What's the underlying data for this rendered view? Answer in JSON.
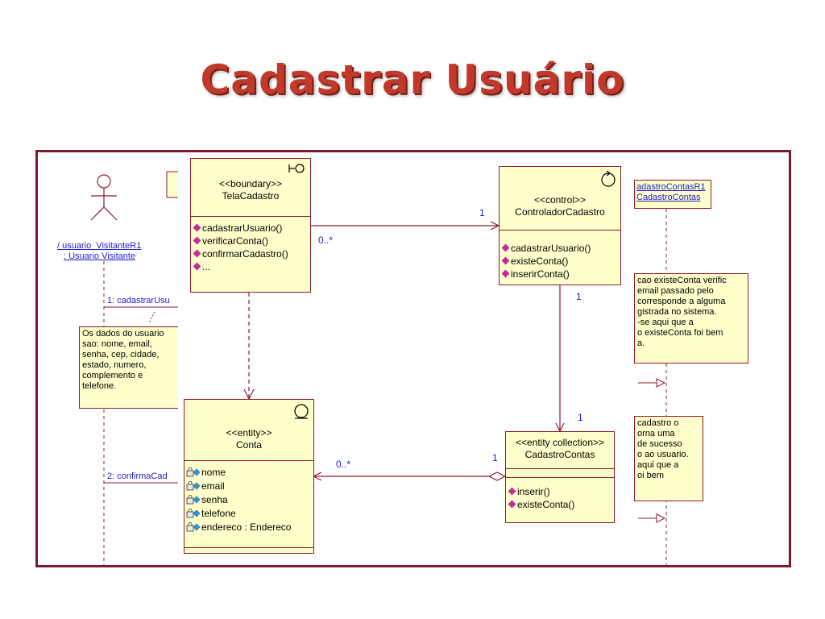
{
  "title": "Cadastrar Usuário",
  "actor": {
    "line1": "/ usuario_VisitanteR1",
    "line2": ": Usuario Visitante"
  },
  "messages": [
    {
      "text": "1: cadastrarUsu"
    },
    {
      "text": "2: confirmaCad"
    }
  ],
  "left_note": {
    "lines": [
      "Os dados do usuario",
      "sao: nome, email,",
      "senha, cep, cidade,",
      "estado, numero,",
      "complemento e",
      "telefone."
    ]
  },
  "right_object": {
    "line1": "adastroContasR1",
    "line2": "CadastroContas"
  },
  "right_note1": {
    "lines": [
      "cao existeConta verific",
      "email passado pelo",
      "corresponde  a alguma",
      "gistrada no sistema.",
      "-se aqui que a",
      "o existeConta foi bem",
      "a."
    ]
  },
  "right_note2": {
    "lines": [
      "cadastro o",
      "orna uma",
      " de sucesso",
      "o ao usuario.",
      " aqui que a",
      "oi bem"
    ]
  },
  "classes": {
    "tela": {
      "stereotype": "<<boundary>>",
      "name": "TelaCadastro",
      "operations": [
        "cadastrarUsuario()",
        "verificarConta()",
        "confirmarCadastro()",
        "..."
      ]
    },
    "controlador": {
      "stereotype": "<<control>>",
      "name": "ControladorCadastro",
      "operations": [
        "cadastrarUsuario()",
        "existeConta()",
        "inserirConta()"
      ]
    },
    "conta": {
      "stereotype": "<<entity>>",
      "name": "Conta",
      "attributes": [
        "nome",
        "email",
        "senha",
        "telefone",
        "endereco : Endereco"
      ]
    },
    "cadastroContas": {
      "stereotype": "<<entity collection>>",
      "name": "CadastroContas",
      "operations": [
        "inserir()",
        "existeConta()"
      ]
    }
  },
  "multiplicities": {
    "tela_ctrl_left": "0..*",
    "tela_ctrl_right": "1",
    "ctrl_cad_top": "1",
    "ctrl_cad_bottom": "1",
    "cad_conta_left": "0..*",
    "cad_conta_right": "1"
  },
  "colors": {
    "title": "#c0392b",
    "frame": "#7b1a2b",
    "class_fill": "#ffffcc",
    "line": "#8b1a2a",
    "operation_marker": "#c02c9a",
    "link_text": "#1a1acc"
  }
}
